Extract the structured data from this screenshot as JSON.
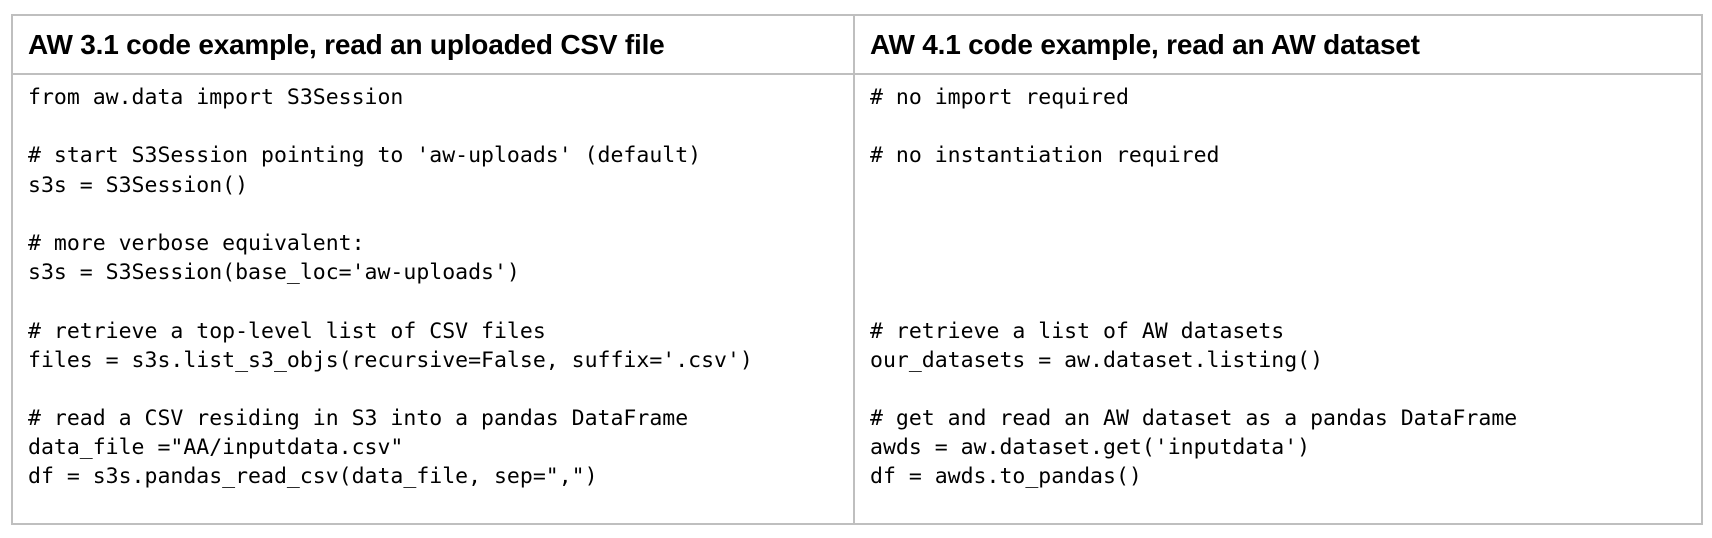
{
  "table": {
    "headers": [
      "AW 3.1 code example, read an uploaded CSV file",
      "AW 4.1 code example, read an AW dataset"
    ],
    "left_code": [
      "from aw.data import S3Session",
      "",
      "# start S3Session pointing to 'aw-uploads' (default)",
      "s3s = S3Session()",
      "",
      "# more verbose equivalent:",
      "s3s = S3Session(base_loc='aw-uploads')",
      "",
      "# retrieve a top-level list of CSV files",
      "files = s3s.list_s3_objs(recursive=False, suffix='.csv')",
      "",
      "# read a CSV residing in S3 into a pandas DataFrame",
      "data_file =\"AA/inputdata.csv\"",
      "df = s3s.pandas_read_csv(data_file, sep=\",\")"
    ],
    "right_code": [
      "# no import required",
      "",
      "# no instantiation required",
      "",
      "",
      "",
      "",
      "",
      "# retrieve a list of AW datasets",
      "our_datasets = aw.dataset.listing()",
      "",
      "# get and read an AW dataset as a pandas DataFrame",
      "awds = aw.dataset.get('inputdata')",
      "df = awds.to_pandas()"
    ]
  }
}
